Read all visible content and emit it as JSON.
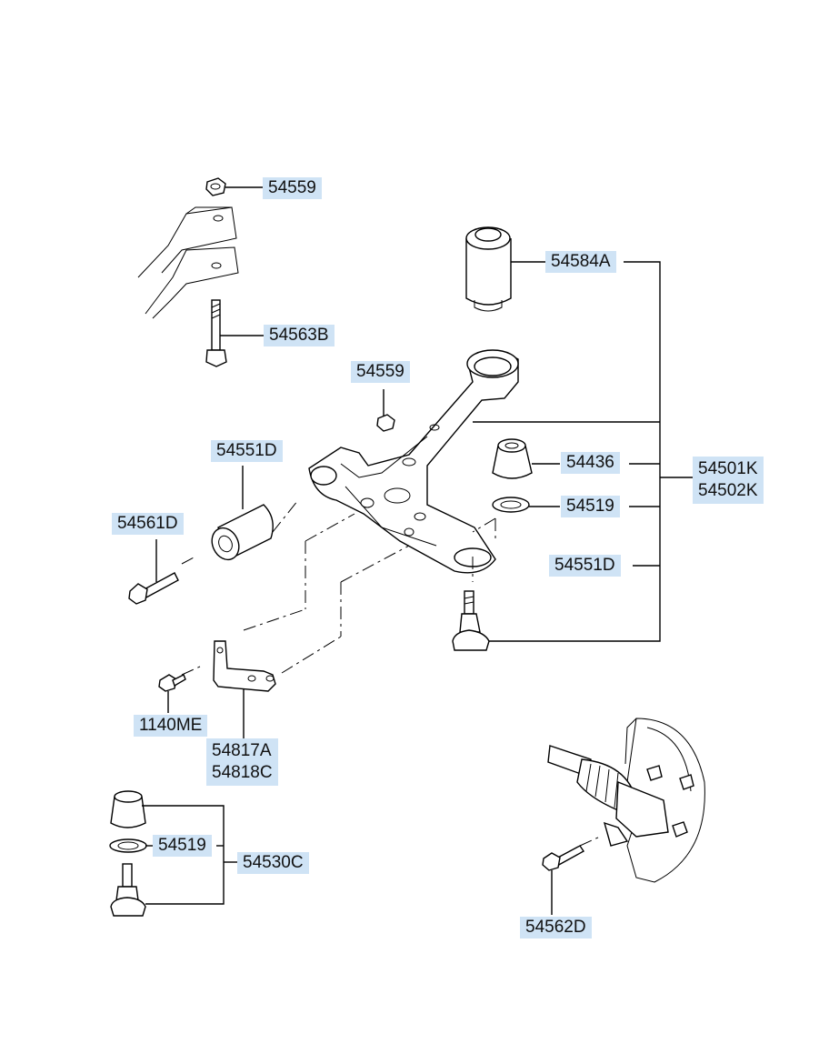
{
  "callouts": {
    "c54559_top": "54559",
    "c54563b": "54563B",
    "c54584a": "54584A",
    "c54559_mid": "54559",
    "c54551d_left": "54551D",
    "c54436": "54436",
    "c54501k": "54501K",
    "c54502k": "54502K",
    "c54519_right": "54519",
    "c54561d": "54561D",
    "c54551d_right": "54551D",
    "c1140me": "1140ME",
    "c54817a": "54817A",
    "c54818c": "54818C",
    "c54519_left": "54519",
    "c54530c": "54530C",
    "c54562d": "54562D"
  },
  "colors": {
    "callout_bg": "#cfe3f5",
    "line": "#000000",
    "background": "#ffffff"
  }
}
